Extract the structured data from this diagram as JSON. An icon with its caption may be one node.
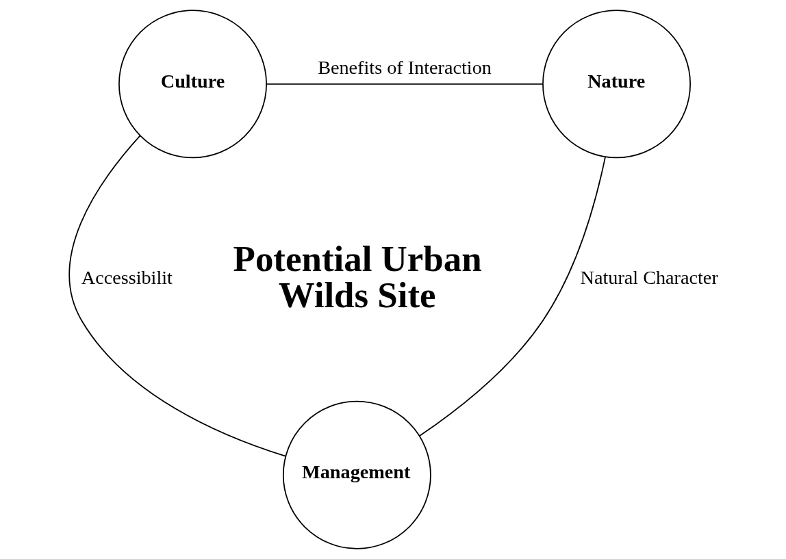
{
  "diagram": {
    "nodes": [
      {
        "text": [
          "Culture"
        ]
      },
      {
        "text": [
          "Nature"
        ]
      },
      {
        "text": [
          "Management"
        ]
      }
    ],
    "edges": [
      {
        "from": 0,
        "to": 1,
        "arrow": "none",
        "label": "Benefits of Interaction"
      },
      {
        "from": 0,
        "to": 2,
        "arrow": "none",
        "label": "Accessibilit"
      },
      {
        "from": 1,
        "to": 2,
        "arrow": "none",
        "label": "Natural Character"
      }
    ],
    "labels": [
      "Potential Urban Wilds Site"
    ]
  }
}
